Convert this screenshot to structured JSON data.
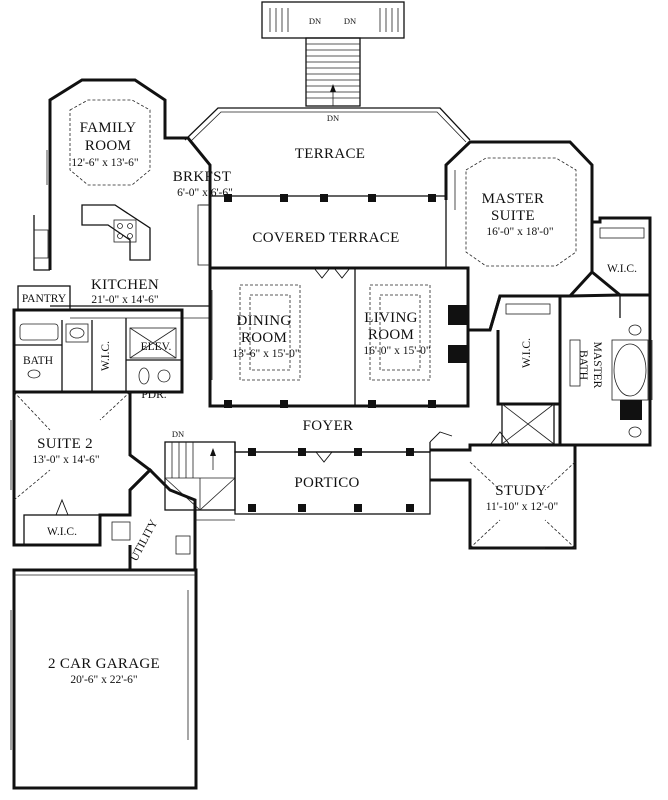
{
  "rooms": {
    "family_room": {
      "name_line1": "FAMILY",
      "name_line2": "ROOM",
      "dims": "12'-6\" x 13'-6\""
    },
    "breakfast": {
      "name": "BRKFST",
      "dims": "6'-0\" x 6'-6\""
    },
    "terrace": {
      "name": "TERRACE"
    },
    "covered_terrace": {
      "name": "COVERED TERRACE"
    },
    "master_suite": {
      "name_line1": "MASTER",
      "name_line2": "SUITE",
      "dims": "16'-0\" x 18'-0\""
    },
    "kitchen": {
      "name": "KITCHEN",
      "dims": "21'-0\" x 14'-6\""
    },
    "pantry": {
      "name": "PANTRY"
    },
    "dining_room": {
      "name_line1": "DINING",
      "name_line2": "ROOM",
      "dims": "13'-6\" x 15'-0\""
    },
    "living_room": {
      "name_line1": "LIVING",
      "name_line2": "ROOM",
      "dims": "16'-0\" x 15'-0\""
    },
    "bath": {
      "name": "BATH"
    },
    "wic_left": {
      "name": "W.I.C."
    },
    "elev": {
      "name": "ELEV."
    },
    "pdr": {
      "name": "PDR."
    },
    "suite2": {
      "name": "SUITE 2",
      "dims": "13'-0\" x 14'-6\""
    },
    "wic_suite2": {
      "name": "W.I.C."
    },
    "foyer": {
      "name": "FOYER"
    },
    "portico": {
      "name": "PORTICO"
    },
    "study": {
      "name": "STUDY",
      "dims": "11'-10\" x 12'-0\""
    },
    "utility": {
      "name": "UTILITY"
    },
    "garage": {
      "name": "2 CAR GARAGE",
      "dims": "20'-6\" x 22'-6\""
    },
    "master_wic": {
      "name": "W.I.C."
    },
    "master_wic2": {
      "name": "W.I.C."
    },
    "master_bath": {
      "name_line1": "MASTER",
      "name_line2": "BATH"
    }
  },
  "stairs": {
    "top_left": "DN",
    "top_right": "DN",
    "terrace_stair": "DN",
    "interior_stair": "DN"
  }
}
